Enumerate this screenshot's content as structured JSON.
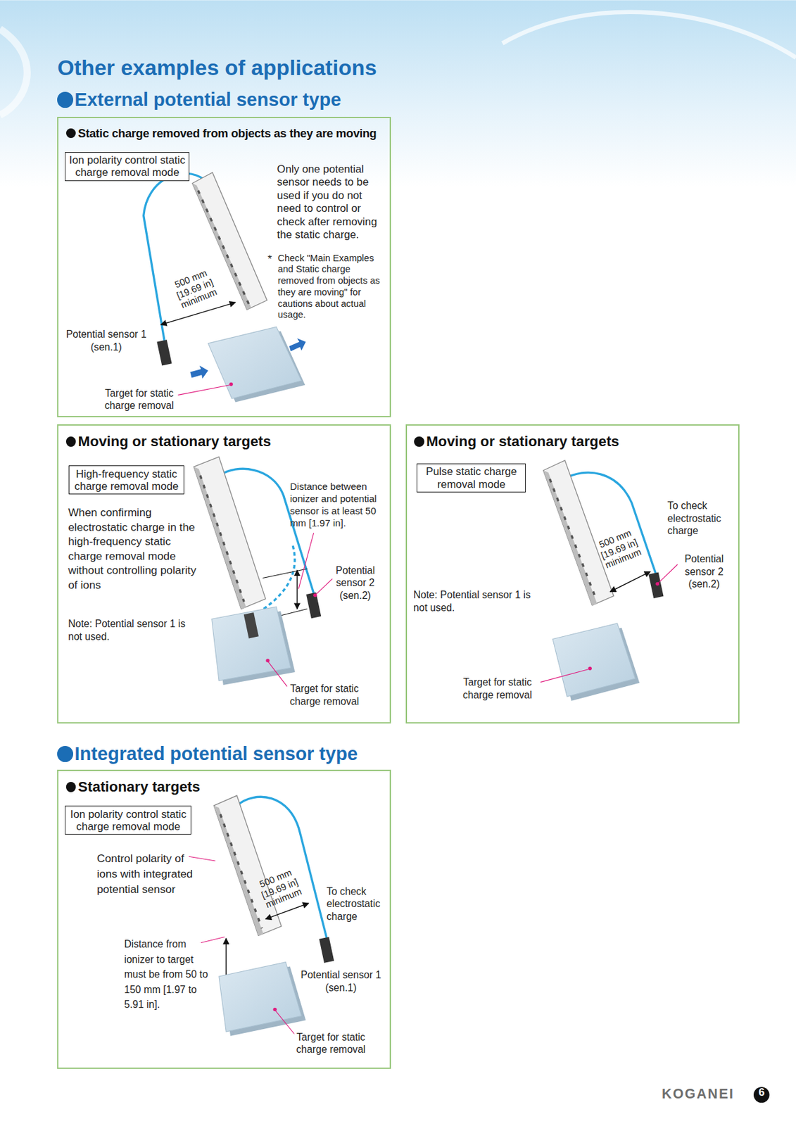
{
  "diagram": {
    "title": "Other examples of applications",
    "nodes": [
      {
        "text": [
          "Static charge removed from objects as they are moving"
        ]
      },
      {
        "text": [
          "Ion polarity control static charge removal mode"
        ],
        "in": 0
      },
      {
        "text": [
          "Moving or stationary targets"
        ]
      },
      {
        "text": [
          "High-frequency static charge removal mode"
        ],
        "in": 2
      },
      {
        "text": [
          "Moving or stationary targets"
        ]
      },
      {
        "text": [
          "Pulse static charge removal mode"
        ],
        "in": 4
      },
      {
        "text": [
          "Stationary targets"
        ]
      },
      {
        "text": [
          "Ion polarity control static charge removal mode"
        ],
        "in": 6
      }
    ],
    "labels": [
      "External potential sensor type",
      "Only one potential sensor needs to be used if you do not need to control or check after removing the static charge.",
      "*",
      "Check \"Main Examples and Static charge removed from objects as they are moving\" for cautions about actual usage.",
      "500 mm [19.69 in] minimum",
      "Potential sensor 1 (sen.1)",
      "Target for static charge removal",
      "When confirming electrostatic charge in the high-frequency static charge removal mode without controlling polarity of ions",
      "Note: Potential sensor 1 is not used.",
      "Distance between ionizer and potential sensor is at least 50 mm [1.97 in].",
      "Potential sensor 2 (sen.2)",
      "Target for static charge removal",
      "500 mm [19.69 in] minimum",
      "To check electrostatic charge",
      "Potential sensor 2 (sen.2)",
      "Note: Potential sensor 1 is not used.",
      "Target for static charge removal",
      "Integrated potential sensor type",
      "Control polarity of ions with integrated potential sensor",
      "500 mm [19.69 in] minimum",
      "To check electrostatic charge",
      "Distance from ionizer to target must be from 50 to 150 mm [1.97 to 5.91 in].",
      "Potential sensor 1 (sen.1)",
      "Target for static charge removal",
      "KOGANEI",
      "6"
    ]
  }
}
